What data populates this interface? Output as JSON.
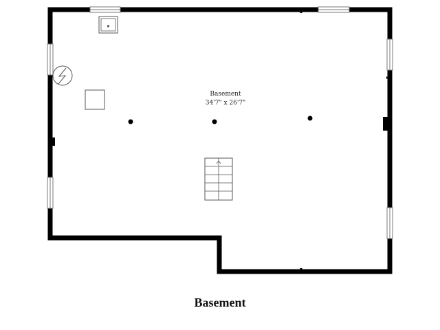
{
  "plan": {
    "caption": "Basement",
    "room": {
      "name": "Basement",
      "dimensions": "34'7\" x 26'7\""
    }
  },
  "colors": {
    "wall": "#000000",
    "background": "#ffffff",
    "fixture_stroke": "#555555"
  },
  "icons": [
    "sink-icon",
    "water-heater-icon",
    "stairs-icon",
    "support-column-icon",
    "window-icon"
  ]
}
